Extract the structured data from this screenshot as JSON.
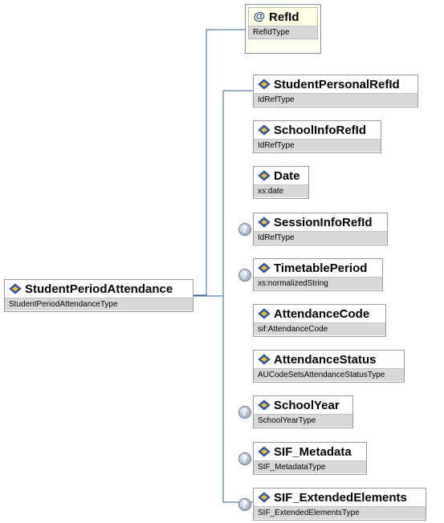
{
  "root": {
    "name": "StudentPeriodAttendance",
    "type": "StudentPeriodAttendanceType"
  },
  "attribute": {
    "name": "RefId",
    "type": "RefIdType",
    "icon": "@"
  },
  "children": [
    {
      "name": "StudentPersonalRefId",
      "type": "IdRefType",
      "optional": false
    },
    {
      "name": "SchoolInfoRefId",
      "type": "IdRefType",
      "optional": false
    },
    {
      "name": "Date",
      "type": "xs:date",
      "optional": false
    },
    {
      "name": "SessionInfoRefId",
      "type": "IdRefType",
      "optional": true
    },
    {
      "name": "TimetablePeriod",
      "type": "xs:normalizedString",
      "optional": true
    },
    {
      "name": "AttendanceCode",
      "type": "sif:AttendanceCode",
      "optional": false
    },
    {
      "name": "AttendanceStatus",
      "type": "AUCodeSetsAttendanceStatusType",
      "optional": false
    },
    {
      "name": "SchoolYear",
      "type": "SchoolYearType",
      "optional": true
    },
    {
      "name": "SIF_Metadata",
      "type": "SIF_MetadataType",
      "optional": true
    },
    {
      "name": "SIF_ExtendedElements",
      "type": "SIF_ExtendedElementsType",
      "optional": true
    }
  ],
  "optional_marker": "?",
  "colors": {
    "connector": "#2f5f8f",
    "type_band": "#d8d8d8",
    "attr_bg": "#ffffe6"
  }
}
